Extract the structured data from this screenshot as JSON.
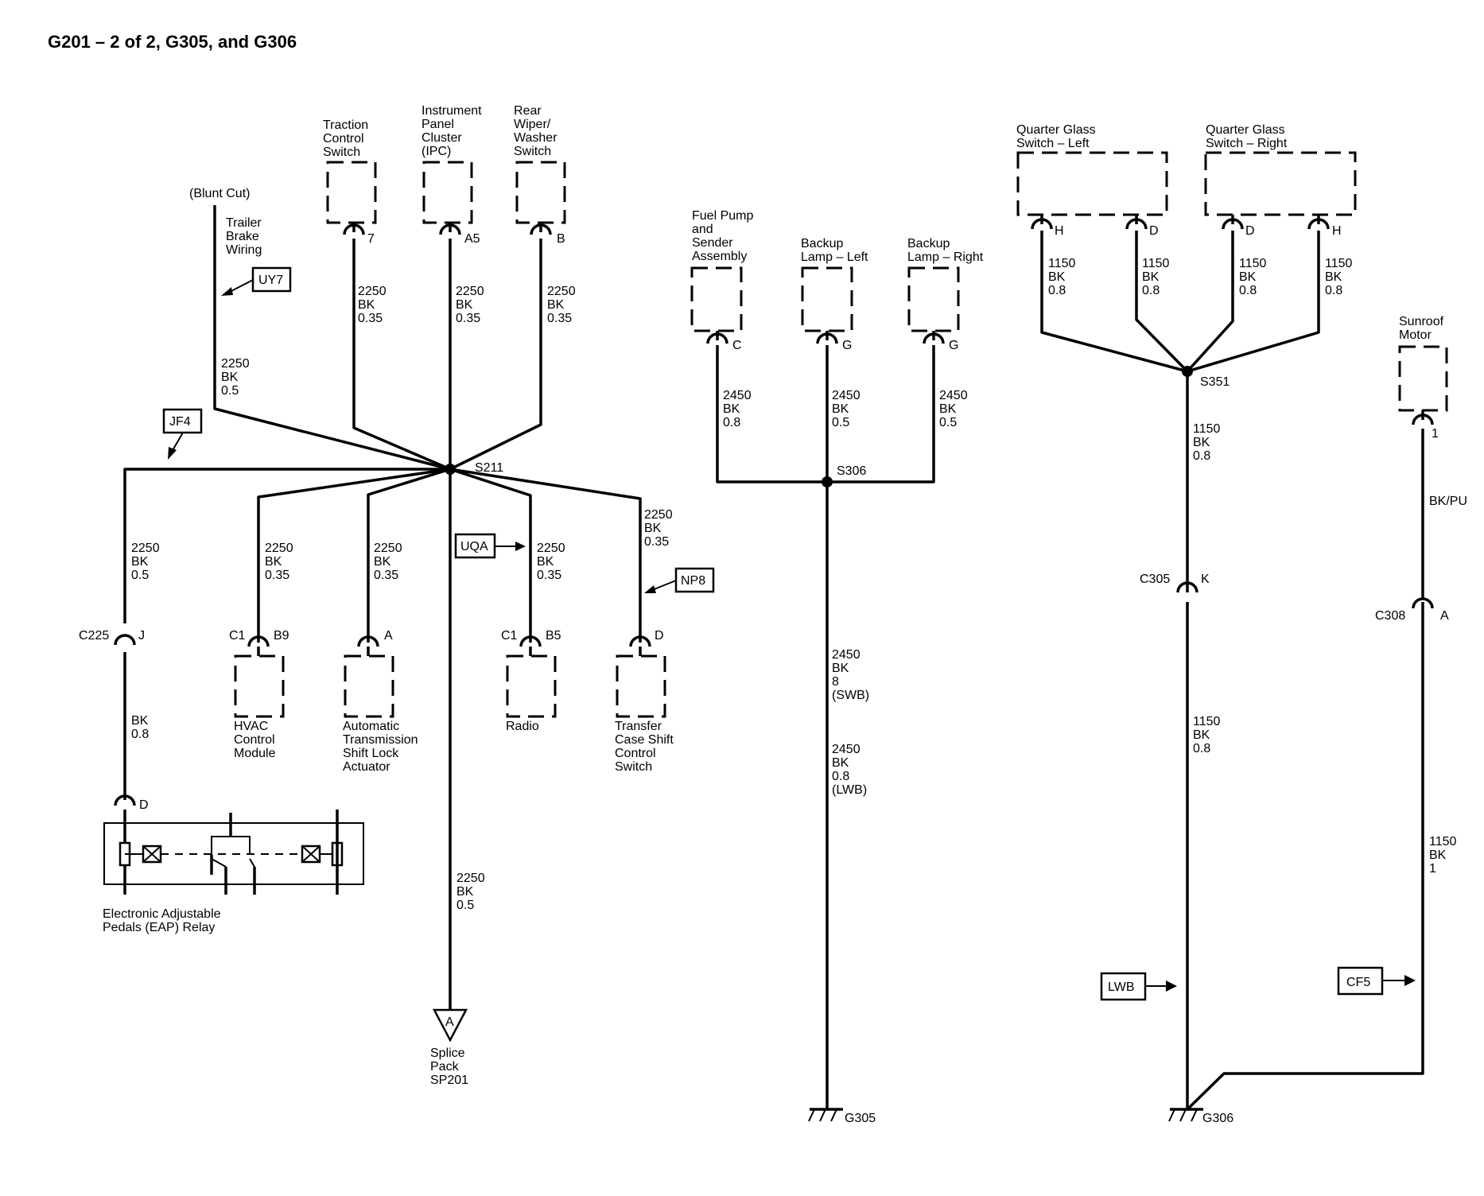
{
  "title": "G201 – 2 of 2, G305, and G306",
  "components": {
    "blunt_cut": "(Blunt Cut)",
    "trailer_brake": [
      "Trailer",
      "Brake",
      "Wiring"
    ],
    "traction": [
      "Traction",
      "Control",
      "Switch"
    ],
    "ipc": [
      "Instrument",
      "Panel",
      "Cluster",
      "(IPC)"
    ],
    "rear_wiper": [
      "Rear",
      "Wiper/",
      "Washer",
      "Switch"
    ],
    "hvac": [
      "HVAC",
      "Control",
      "Module"
    ],
    "auto_trans": [
      "Automatic",
      "Transmission",
      "Shift Lock",
      "Actuator"
    ],
    "radio": [
      "Radio"
    ],
    "transfer_case": [
      "Transfer",
      "Case Shift",
      "Control",
      "Switch"
    ],
    "eap_relay": [
      "Electronic Adjustable",
      "Pedals (EAP) Relay"
    ],
    "splice_pack": [
      "Splice",
      "Pack",
      "SP201"
    ],
    "fuel_pump": [
      "Fuel Pump",
      "and",
      "Sender",
      "Assembly"
    ],
    "backup_left": [
      "Backup",
      "Lamp – Left"
    ],
    "backup_right": [
      "Backup",
      "Lamp – Right"
    ],
    "qg_left": [
      "Quarter Glass",
      "Switch – Left"
    ],
    "qg_right": [
      "Quarter Glass",
      "Switch – Right"
    ],
    "sunroof": [
      "Sunroof",
      "Motor"
    ]
  },
  "options": {
    "uy7": "UY7",
    "jf4": "JF4",
    "uqa": "UQA",
    "np8": "NP8",
    "lwb": "LWB",
    "cf5": "CF5"
  },
  "wires": {
    "w_2250_bk_05": [
      "2250",
      "BK",
      "0.5"
    ],
    "w_2250_bk_035": [
      "2250",
      "BK",
      "0.35"
    ],
    "w_bk_08": [
      "BK",
      "0.8"
    ],
    "w_2450_bk_08": [
      "2450",
      "BK",
      "0.8"
    ],
    "w_2450_bk_05": [
      "2450",
      "BK",
      "0.5"
    ],
    "w_2450_swb": [
      "2450",
      "BK",
      "8",
      "(SWB)"
    ],
    "w_2450_lwb": [
      "2450",
      "BK",
      "0.8",
      "(LWB)"
    ],
    "w_1150_bk_08": [
      "1150",
      "BK",
      "0.8"
    ],
    "w_bk_pu": "BK/PU",
    "w_1150_bk_1": [
      "1150",
      "BK",
      "1"
    ]
  },
  "splices": {
    "s211": "S211",
    "s306": "S306",
    "s351": "S351"
  },
  "grounds": {
    "g305": "G305",
    "g306": "G306"
  },
  "connectors": {
    "c225": "C225",
    "c1": "C1",
    "c305": "C305",
    "c308": "C308",
    "splice_a": "A"
  },
  "pins": {
    "p7": "7",
    "a5": "A5",
    "b": "B",
    "j": "J",
    "b9": "B9",
    "a": "A",
    "b5": "B5",
    "d": "D",
    "c": "C",
    "g": "G",
    "h": "H",
    "k": "K",
    "p1": "1"
  }
}
